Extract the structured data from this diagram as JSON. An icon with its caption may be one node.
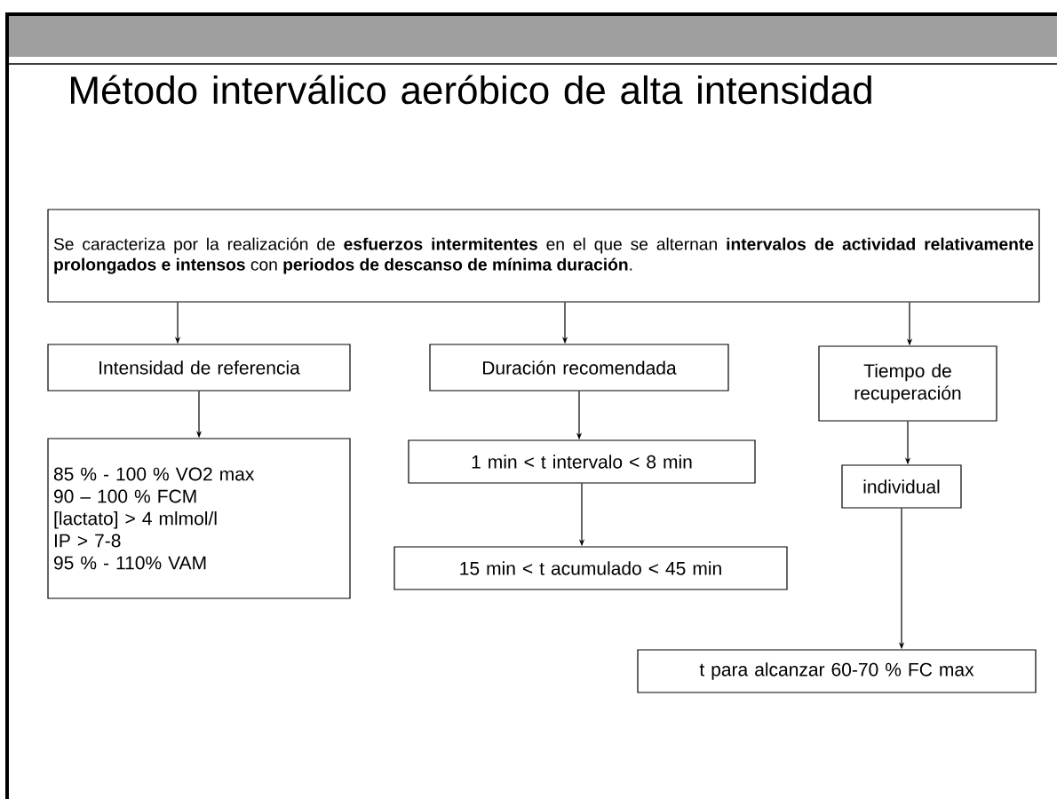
{
  "diagram": {
    "title": "Método interválico aeróbico de alta intensidad",
    "nodes": [
      {
        "text": [
          "Se caracteriza por la realización de **esfuerzos intermitentes** en el que se alternan **intervalos de actividad relativamente prolongados e intensos** con **periodos de descanso de mínima duración**."
        ]
      },
      {
        "text": [
          "Intensidad de referencia"
        ]
      },
      {
        "text": [
          "85 % - 100 % VO2 max",
          "90 – 100 % FCM",
          "[lactato] > 4 mlmol/l",
          "IP > 7-8",
          "95 % - 110% VAM"
        ]
      },
      {
        "text": [
          "Duración recomendada"
        ]
      },
      {
        "text": [
          "1 min < t intervalo < 8 min"
        ]
      },
      {
        "text": [
          "15 min < t acumulado < 45 min"
        ]
      },
      {
        "text": [
          "Tiempo de recuperación"
        ]
      },
      {
        "text": [
          "individual"
        ]
      },
      {
        "text": [
          "t  para alcanzar 60-70 % FC max"
        ]
      }
    ],
    "edges": [
      {
        "from": 0,
        "to": 1,
        "arrow": "to"
      },
      {
        "from": 0,
        "to": 3,
        "arrow": "to"
      },
      {
        "from": 0,
        "to": 6,
        "arrow": "to"
      },
      {
        "from": 1,
        "to": 2,
        "arrow": "to"
      },
      {
        "from": 3,
        "to": 4,
        "arrow": "to"
      },
      {
        "from": 4,
        "to": 5,
        "arrow": "to"
      },
      {
        "from": 6,
        "to": 7,
        "arrow": "to"
      },
      {
        "from": 7,
        "to": 8,
        "arrow": "to"
      }
    ]
  }
}
